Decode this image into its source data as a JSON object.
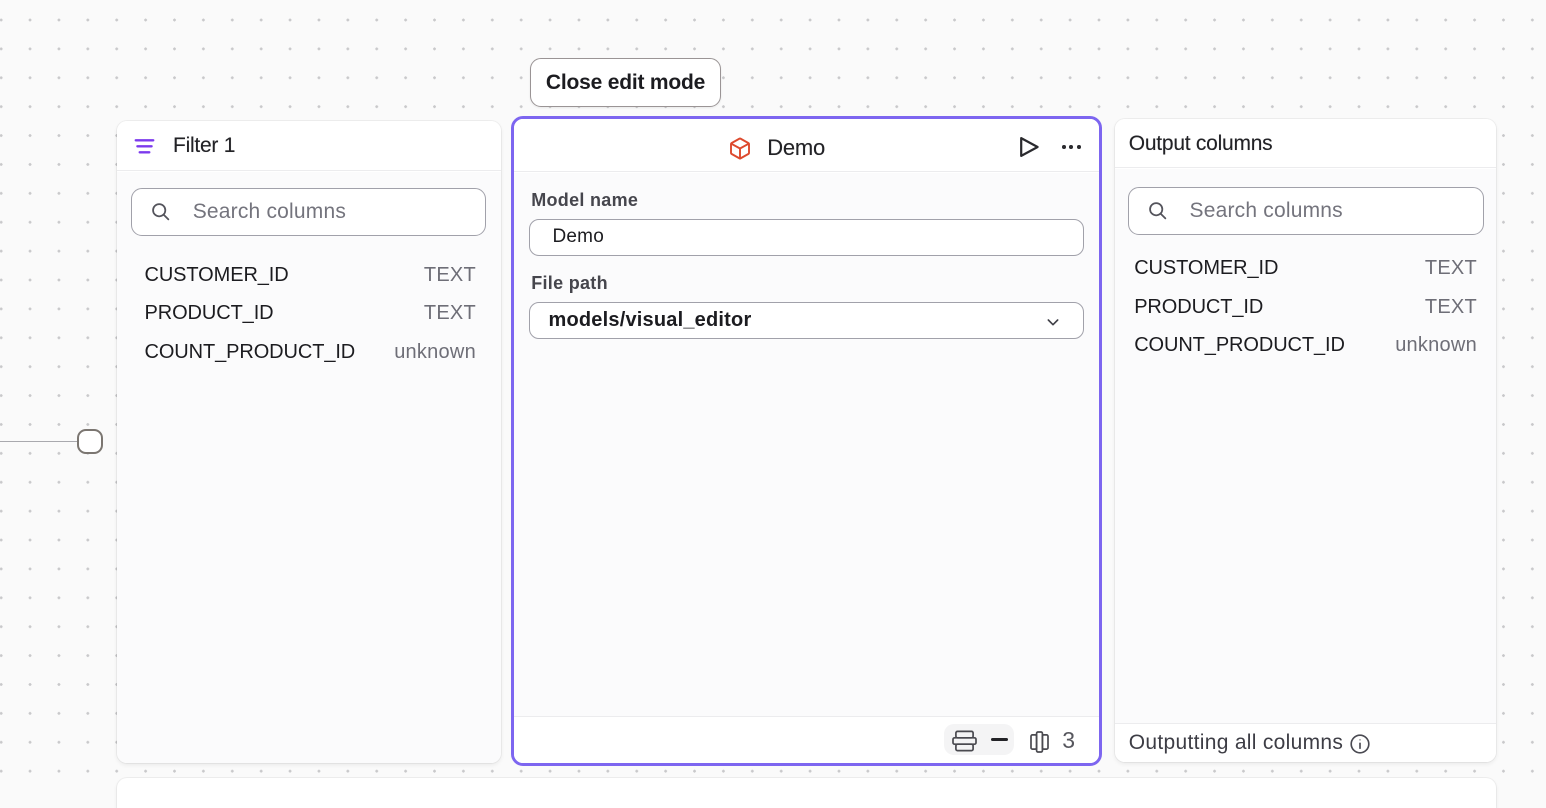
{
  "canvas": {
    "background_color": "#fafafa",
    "dot_color": "#d2d2d2"
  },
  "toolbar": {
    "close_button_label": "Close edit mode"
  },
  "filter_node": {
    "title": "Filter 1",
    "icon": "filter-lines-icon",
    "icon_color": "#7c3aed",
    "search_placeholder": "Search columns",
    "columns": [
      {
        "name": "CUSTOMER_ID",
        "type": "TEXT"
      },
      {
        "name": "PRODUCT_ID",
        "type": "TEXT"
      },
      {
        "name": "COUNT_PRODUCT_ID",
        "type": "unknown"
      }
    ]
  },
  "model_node": {
    "title": "Demo",
    "icon": "cube-icon",
    "icon_color": "#d9452c",
    "selected_border_color": "#7d66f0",
    "model_name_label": "Model name",
    "model_name_value": "Demo",
    "file_path_label": "File path",
    "file_path_value": "models/visual_editor",
    "footer": {
      "row_count": "—",
      "column_count": "3"
    }
  },
  "output_panel": {
    "title": "Output columns",
    "search_placeholder": "Search columns",
    "columns": [
      {
        "name": "CUSTOMER_ID",
        "type": "TEXT"
      },
      {
        "name": "PRODUCT_ID",
        "type": "TEXT"
      },
      {
        "name": "COUNT_PRODUCT_ID",
        "type": "unknown"
      }
    ],
    "footer_text": "Outputting all columns"
  }
}
